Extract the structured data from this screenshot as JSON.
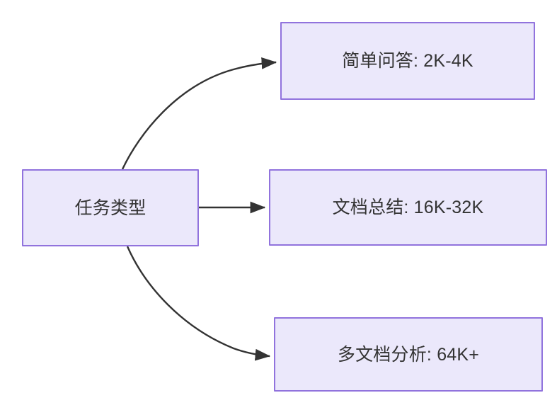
{
  "diagram": {
    "type": "flowchart",
    "direction": "left-to-right",
    "background_color": "#ffffff",
    "node_fill_color": "#ebe8fb",
    "node_border_color": "#9173dd",
    "node_text_color": "#333333",
    "edge_color": "#333333",
    "root": {
      "id": "task-type",
      "label": "任务类型"
    },
    "branches": [
      {
        "id": "simple-qa",
        "label": "简单问答: 2K-4K",
        "edge_style": "curved",
        "arrow": "arrow-head-icon"
      },
      {
        "id": "doc-summary",
        "label": "文档总结: 16K-32K",
        "edge_style": "straight",
        "arrow": "arrow-head-icon"
      },
      {
        "id": "multi-doc",
        "label": "多文档分析: 64K+",
        "edge_style": "curved",
        "arrow": "arrow-head-icon"
      }
    ]
  }
}
